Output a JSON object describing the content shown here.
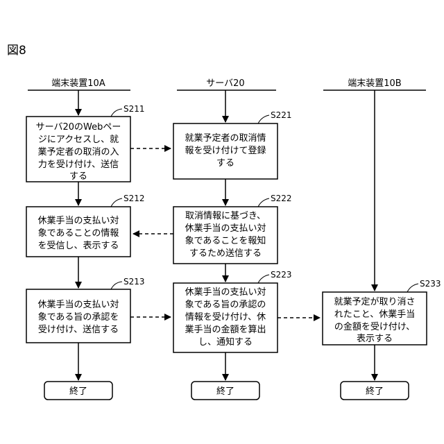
{
  "figure": {
    "title": "図8"
  },
  "lanes": [
    {
      "header": "端末装置10A"
    },
    {
      "header": "サーバ20"
    },
    {
      "header": "端末装置10B"
    }
  ],
  "steps": {
    "s211": {
      "label": "S211",
      "lines": [
        "サーバ20のWebペー",
        "ジにアクセスし、就",
        "業予定者の取消の入",
        "力を受け付け、送信",
        "する"
      ]
    },
    "s212": {
      "label": "S212",
      "lines": [
        "休業手当の支払い対",
        "象であることの情報",
        "を受信し、表示する"
      ]
    },
    "s213": {
      "label": "S213",
      "lines": [
        "休業手当の支払い対",
        "象である旨の承認を",
        "受け付け、送信する"
      ]
    },
    "s221": {
      "label": "S221",
      "lines": [
        "就業予定者の取消情",
        "報を受け付けて登録",
        "する"
      ]
    },
    "s222": {
      "label": "S222",
      "lines": [
        "取消情報に基づき、",
        "休業手当の支払い対",
        "象であることを報知",
        "するため送信する"
      ]
    },
    "s223": {
      "label": "S223",
      "lines": [
        "休業手当の支払い対",
        "象である旨の承認の",
        "情報を受け付け、休",
        "業手当の金額を算出",
        "し、通知する"
      ]
    },
    "s233": {
      "label": "S233",
      "lines": [
        "就業予定が取り消さ",
        "れたこと、休業手当",
        "の金額を受け付け、",
        "表示する"
      ]
    }
  },
  "terminals": {
    "end_label": "終了"
  }
}
